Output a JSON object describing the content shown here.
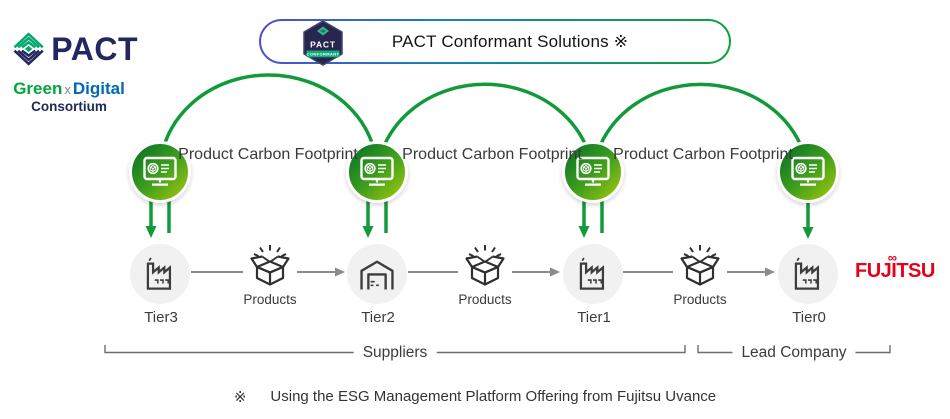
{
  "brand": {
    "pact": "PACT",
    "green": "Green",
    "x": "x",
    "digital": "Digital",
    "consortium": "Consortium"
  },
  "banner": {
    "label": "PACT Conformant Solutions ※",
    "badge_title": "PACT",
    "badge_subtitle": "CONFORMANT"
  },
  "pcf_labels": [
    "Product Carbon Footprint",
    "Product Carbon Footprint",
    "Product Carbon Footprint"
  ],
  "tiers": [
    {
      "label": "Tier3",
      "icon": "factory"
    },
    {
      "label": "Tier2",
      "icon": "warehouse"
    },
    {
      "label": "Tier1",
      "icon": "factory"
    },
    {
      "label": "Tier0",
      "icon": "factory"
    }
  ],
  "products": [
    "Products",
    "Products",
    "Products"
  ],
  "groups": {
    "suppliers": "Suppliers",
    "lead_company": "Lead Company"
  },
  "lead_logo": {
    "text": "FUJITSU",
    "mark": "∞"
  },
  "footnote": {
    "mark": "※",
    "text": "Using the ESG Management Platform Offering from Fujitsu Uvance"
  },
  "colors": {
    "arc_green": "#129a3a",
    "circle_gradient_start": "#036f28",
    "circle_gradient_end": "#a8ca0e",
    "navy": "#23265f",
    "brand_green": "#00a73c",
    "digital_blue": "#0068b7",
    "fujitsu_red": "#e5001c",
    "connector_gray": "#8a8a8a"
  }
}
